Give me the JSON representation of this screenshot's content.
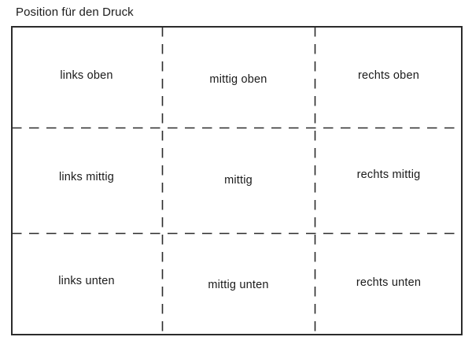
{
  "title": "Position für den Druck",
  "colors": {
    "line": "#2b2b2b",
    "text": "#1a1a1a",
    "background": "#ffffff"
  },
  "grid": {
    "rows": 3,
    "cols": 3,
    "cells": [
      {
        "id": "links-oben",
        "label": "links oben"
      },
      {
        "id": "mittig-oben",
        "label": "mittig oben"
      },
      {
        "id": "rechts-oben",
        "label": "rechts oben"
      },
      {
        "id": "links-mittig",
        "label": "links mittig"
      },
      {
        "id": "mittig",
        "label": "mittig"
      },
      {
        "id": "rechts-mittig",
        "label": "rechts mittig"
      },
      {
        "id": "links-unten",
        "label": "links unten"
      },
      {
        "id": "mittig-unten",
        "label": "mittig unten"
      },
      {
        "id": "rechts-unten",
        "label": "rechts unten"
      }
    ]
  }
}
